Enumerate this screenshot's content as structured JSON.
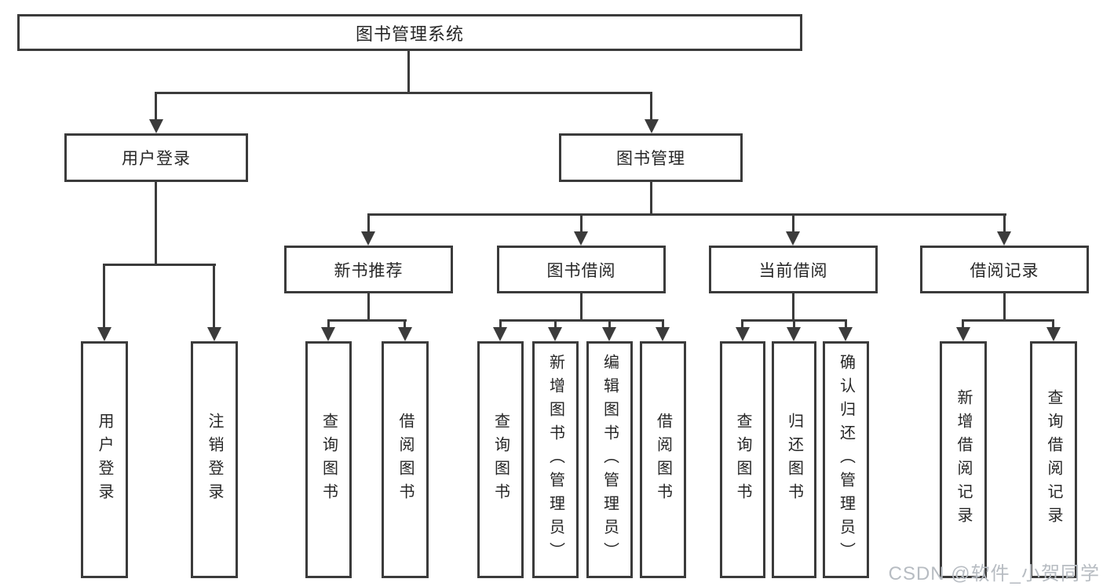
{
  "diagram": {
    "root": {
      "label": "图书管理系统"
    },
    "level2": [
      {
        "label": "用户登录"
      },
      {
        "label": "图书管理"
      }
    ],
    "level3": [
      {
        "label": "新书推荐"
      },
      {
        "label": "图书借阅"
      },
      {
        "label": "当前借阅"
      },
      {
        "label": "借阅记录"
      }
    ],
    "leaves": {
      "user_login": [
        "用户登录",
        "注销登录"
      ],
      "new_book_recommend": [
        "查询图书",
        "借阅图书"
      ],
      "book_borrow": [
        "查询图书",
        "新增图书（管理员）",
        "编辑图书（管理员）",
        "借阅图书"
      ],
      "current_borrow": [
        "查询图书",
        "归还图书",
        "确认归还（管理员）"
      ],
      "borrow_records": [
        "新增借阅记录",
        "查询借阅记录"
      ]
    }
  },
  "watermark": "CSDN @软件_小贺同学",
  "colors": {
    "line": "#3b3b3b",
    "text": "#262626",
    "box_background": "#ffffff",
    "page_background": "#ffffff",
    "watermark": "#b7bcc2"
  }
}
